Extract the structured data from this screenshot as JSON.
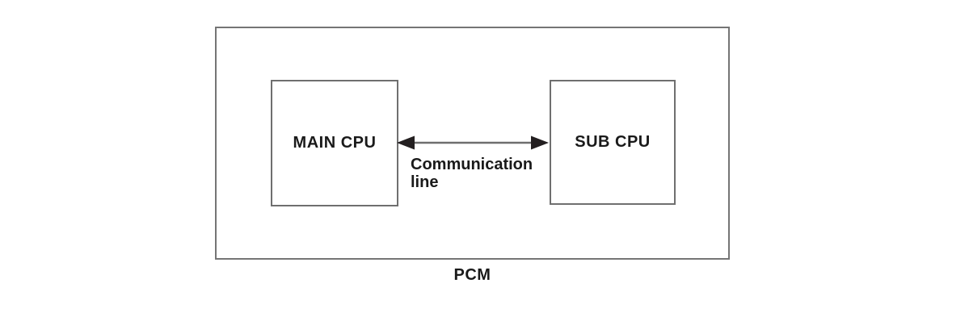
{
  "diagram": {
    "title": "PCM",
    "nodes": [
      {
        "id": "main-cpu",
        "label": "MAIN CPU"
      },
      {
        "id": "sub-cpu",
        "label": "SUB CPU"
      }
    ],
    "connector": {
      "type": "double-headed-arrow",
      "label": "Communication line",
      "from": "main-cpu",
      "to": "sub-cpu"
    },
    "colors": {
      "background": "#ffffff",
      "box_border": "#6f6f6f",
      "outer_box_border": "#757575",
      "text": "#1a1a1a",
      "arrow_line": "#6f6f6f",
      "arrow_head": "#231f20"
    }
  }
}
